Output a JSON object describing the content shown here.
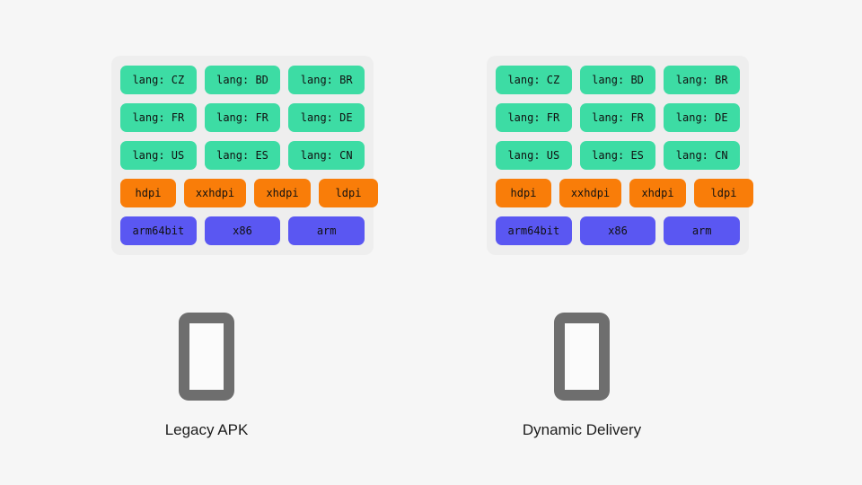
{
  "page": {
    "background": "#f6f6f6"
  },
  "palette": {
    "lang_chip": "#3ddca4",
    "density_chip": "#f97d09",
    "abi_chip": "#5a57f2",
    "panel_bg": "#eeeeee",
    "device_gray": "#6e6e6e",
    "text": "#111111"
  },
  "columns": [
    {
      "id": "legacy-apk",
      "panel": {
        "rows": [
          {
            "kind": "lang",
            "chips": [
              {
                "label": "lang: CZ"
              },
              {
                "label": "lang: BD"
              },
              {
                "label": "lang: BR"
              }
            ]
          },
          {
            "kind": "lang",
            "chips": [
              {
                "label": "lang: FR"
              },
              {
                "label": "lang: FR"
              },
              {
                "label": "lang: DE"
              }
            ]
          },
          {
            "kind": "lang",
            "chips": [
              {
                "label": "lang: US"
              },
              {
                "label": "lang: ES"
              },
              {
                "label": "lang: CN"
              }
            ]
          },
          {
            "kind": "density",
            "chips": [
              {
                "label": "hdpi"
              },
              {
                "label": "xxhdpi"
              },
              {
                "label": "xhdpi"
              },
              {
                "label": "ldpi"
              }
            ]
          },
          {
            "kind": "abi",
            "chips": [
              {
                "label": "arm64bit"
              },
              {
                "label": "x86"
              },
              {
                "label": "arm"
              }
            ]
          }
        ]
      },
      "device": {
        "icon": "phone-icon",
        "label": "Legacy APK"
      }
    },
    {
      "id": "dynamic-delivery",
      "panel": {
        "rows": [
          {
            "kind": "lang",
            "chips": [
              {
                "label": "lang: CZ"
              },
              {
                "label": "lang: BD"
              },
              {
                "label": "lang: BR"
              }
            ]
          },
          {
            "kind": "lang",
            "chips": [
              {
                "label": "lang: FR"
              },
              {
                "label": "lang: FR"
              },
              {
                "label": "lang: DE"
              }
            ]
          },
          {
            "kind": "lang",
            "chips": [
              {
                "label": "lang: US"
              },
              {
                "label": "lang: ES"
              },
              {
                "label": "lang: CN"
              }
            ]
          },
          {
            "kind": "density",
            "chips": [
              {
                "label": "hdpi"
              },
              {
                "label": "xxhdpi"
              },
              {
                "label": "xhdpi"
              },
              {
                "label": "ldpi"
              }
            ]
          },
          {
            "kind": "abi",
            "chips": [
              {
                "label": "arm64bit"
              },
              {
                "label": "x86"
              },
              {
                "label": "arm"
              }
            ]
          }
        ]
      },
      "device": {
        "icon": "phone-icon",
        "label": "Dynamic Delivery"
      }
    }
  ]
}
